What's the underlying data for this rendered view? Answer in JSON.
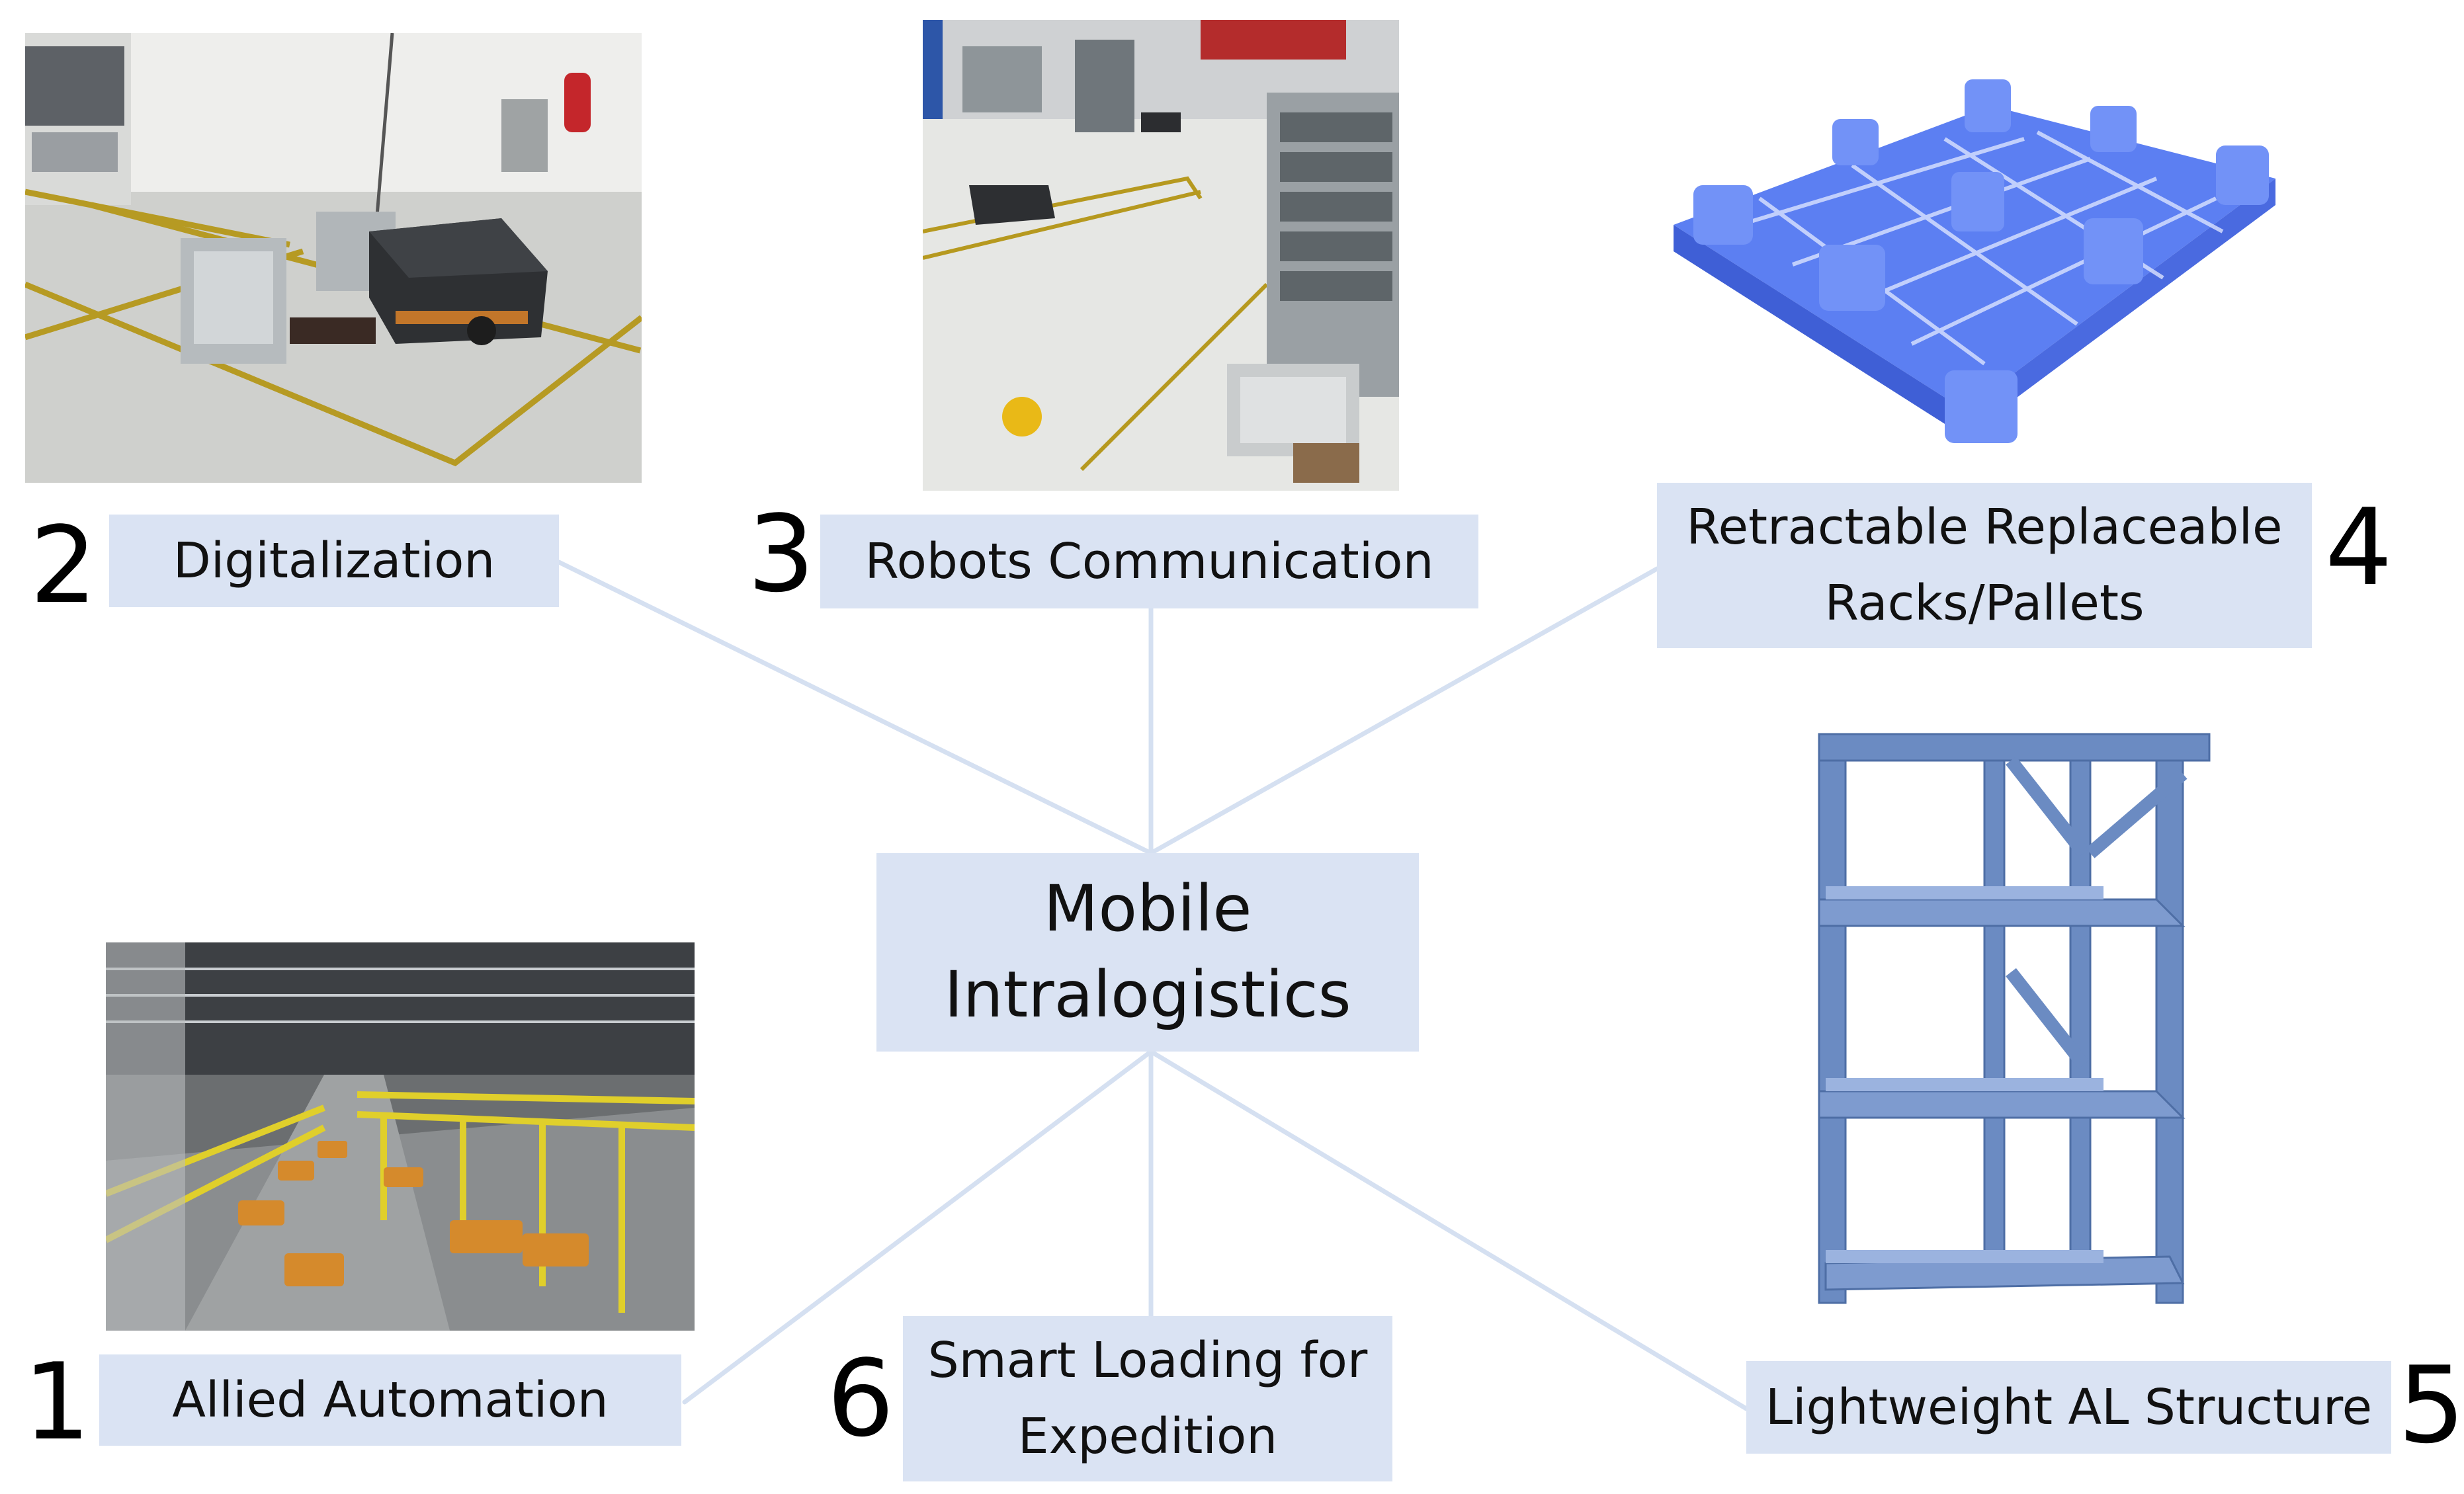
{
  "center": {
    "line1": "Mobile",
    "line2": "Intralogistics"
  },
  "nodes": [
    {
      "number": "1",
      "label": "Allied Automation",
      "image": "amr-warehouse-photo"
    },
    {
      "number": "2",
      "label": "Digitalization",
      "image": "mir-robot-floor-photo"
    },
    {
      "number": "3",
      "label": "Robots Communication",
      "image": "mir-robots-hall-photo"
    },
    {
      "number": "4",
      "label_line1": "Retractable Replaceable",
      "label_line2": "Racks/Pallets",
      "image": "plastic-pallet-render"
    },
    {
      "number": "5",
      "label": "Lightweight AL Structure",
      "image": "aluminium-rack-render"
    },
    {
      "number": "6",
      "label_line1": "Smart Loading for",
      "label_line2": "Expedition",
      "image": null
    }
  ],
  "colors": {
    "box": "#dae3f3",
    "connector": "#dae3f3",
    "text": "#111111"
  }
}
